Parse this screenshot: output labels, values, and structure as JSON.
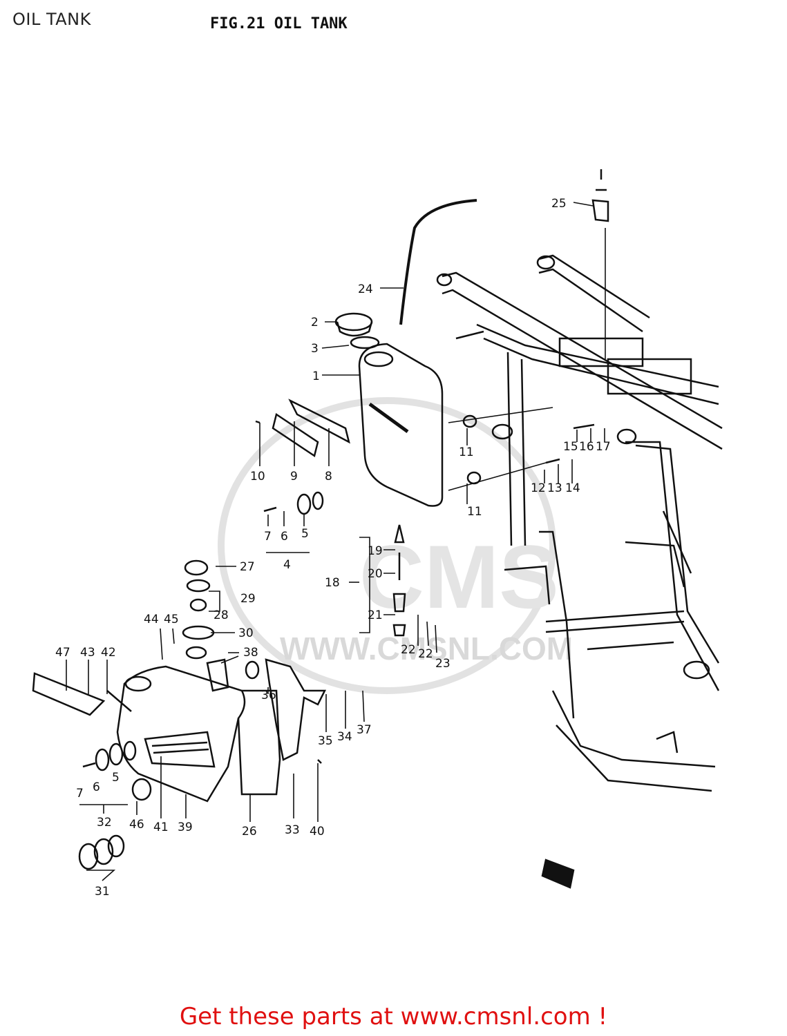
{
  "header": {
    "page_title": "OIL TANK",
    "figure_title": "FIG.21  OIL TANK"
  },
  "watermark": {
    "logo_text": "CMS",
    "url_text": "WWW.CMSNL.COM"
  },
  "labels": {
    "p1": "1",
    "p2": "2",
    "p3": "3",
    "p4": "4",
    "p5a": "5",
    "p5b": "5",
    "p6a": "6",
    "p6b": "6",
    "p7a": "7",
    "p7b": "7",
    "p8": "8",
    "p9": "9",
    "p10": "10",
    "p11a": "11",
    "p11b": "11",
    "p12": "12",
    "p13": "13",
    "p14": "14",
    "p15": "15",
    "p16": "16",
    "p17": "17",
    "p18": "18",
    "p19": "19",
    "p20": "20",
    "p21": "21",
    "p22a": "22",
    "p22b": "22",
    "p23": "23",
    "p24": "24",
    "p25": "25",
    "p26": "26",
    "p27": "27",
    "p28": "28",
    "p29": "29",
    "p30": "30",
    "p31": "31",
    "p32": "32",
    "p33": "33",
    "p34": "34",
    "p35": "35",
    "p36": "36",
    "p37": "37",
    "p38": "38",
    "p39": "39",
    "p40": "40",
    "p41": "41",
    "p42": "42",
    "p43": "43",
    "p44": "44",
    "p45": "45",
    "p46": "46",
    "p47": "47"
  },
  "footer": {
    "text": "Get these parts at www.cmsnl.com !"
  },
  "colors": {
    "line": "#111111",
    "watermark": "#d9d9d9",
    "footer": "#e01010"
  }
}
